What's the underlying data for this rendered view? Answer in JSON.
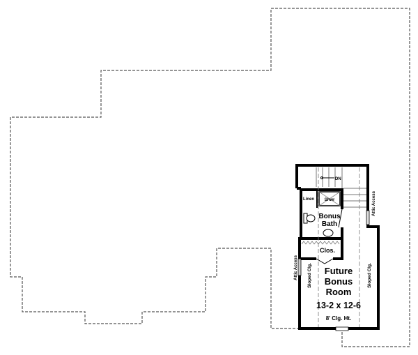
{
  "plan": {
    "stair_label": "DN",
    "shower_label": "Shwr",
    "linen_label": "Linen",
    "bath_label_1": "Bonus",
    "bath_label_2": "Bath",
    "closet_label": "Clos.",
    "attic_access_right": "Attic Access",
    "attic_access_left": "Attic Access",
    "sloped_left": "Sloped Clg.",
    "sloped_right": "Sloped Clg.",
    "room_name_1": "Future",
    "room_name_2": "Bonus",
    "room_name_3": "Room",
    "room_dimensions": "13-2 x 12-6",
    "ceiling_height": "8' Clg. Ht."
  },
  "colors": {
    "wall": "#000000",
    "outline": "#555555"
  }
}
